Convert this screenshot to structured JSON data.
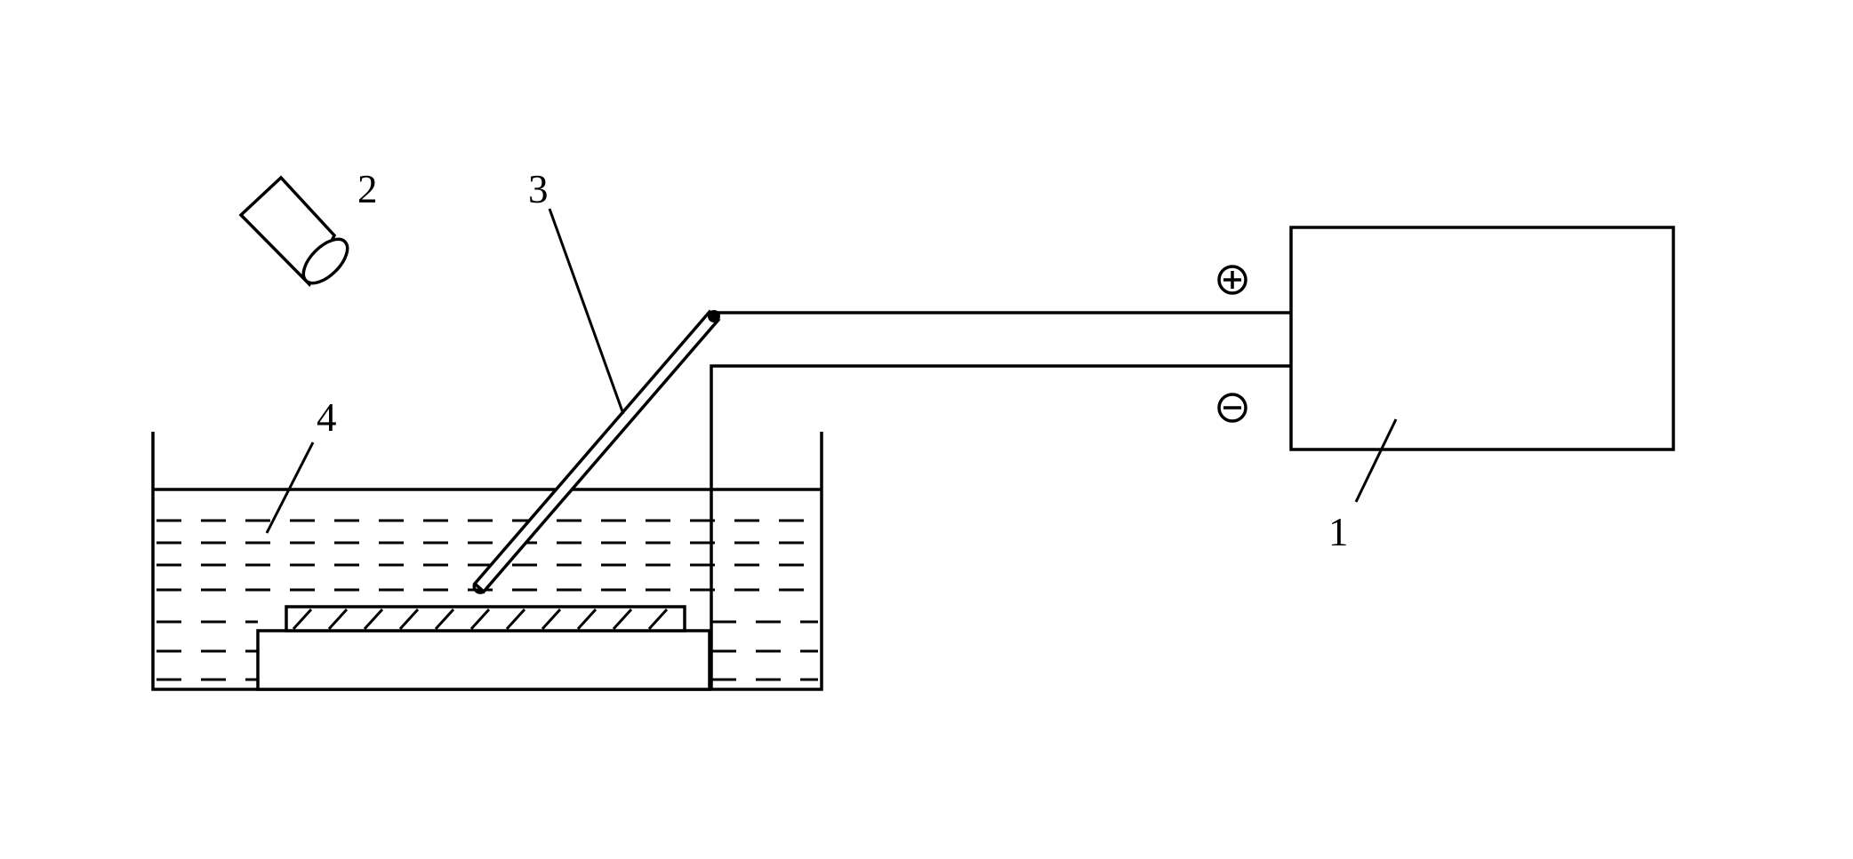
{
  "labels": {
    "power_supply": "1",
    "camera": "2",
    "electrode": "3",
    "bath": "4"
  },
  "terminals": {
    "positive": "⊕",
    "negative": "⊖"
  },
  "colors": {
    "line": "#000000",
    "background": "#ffffff"
  }
}
